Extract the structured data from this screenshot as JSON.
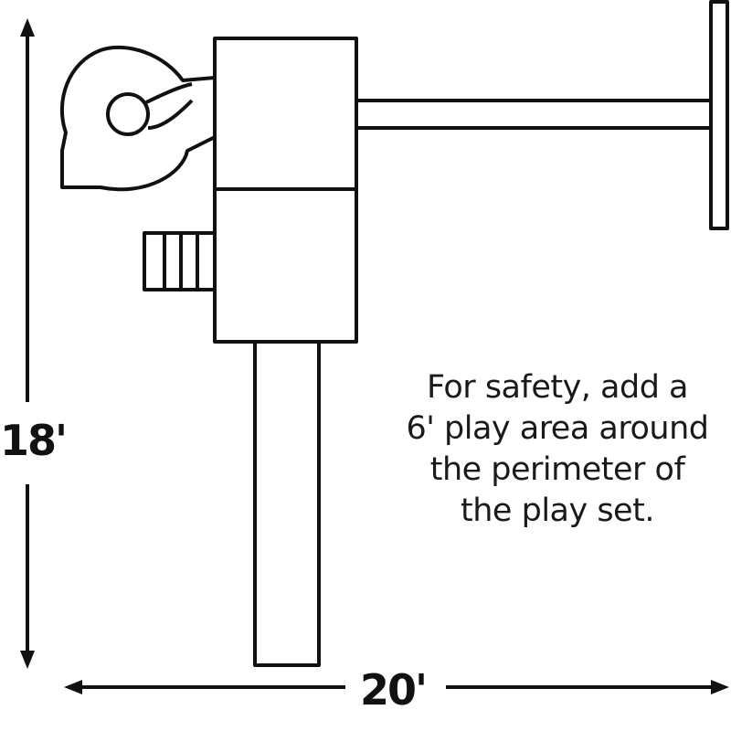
{
  "dimensions": {
    "height": "18'",
    "width": "20'"
  },
  "note": {
    "lines": [
      "For safety, add a",
      "6' play area around",
      "the perimeter of",
      "the play set."
    ]
  },
  "colors": {
    "stroke": "#111111",
    "fill": "#ffffff"
  }
}
